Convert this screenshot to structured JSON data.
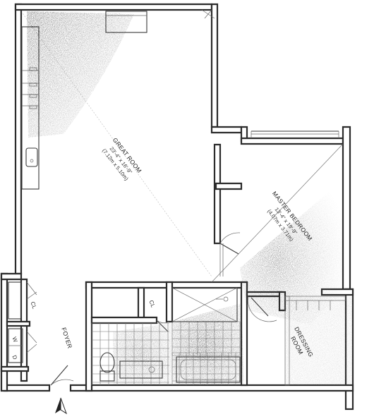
{
  "rooms": {
    "great_room": {
      "name": "GREAT ROOM",
      "dimensions_imperial": "23'-4\" x 16'-9\"",
      "dimensions_metric": "(7.12m x 5.10m)"
    },
    "master_bedroom": {
      "name": "MASTER BEDROOM",
      "dimensions_imperial": "13'-4\" x 19'-9\"",
      "dimensions_metric": "(4.07m x 3.71m)"
    },
    "dressing_room": {
      "line1": "DRESSING",
      "line2": "ROOM"
    },
    "foyer": {
      "name": "FOYER"
    }
  },
  "fixtures": {
    "closet_top": "CL",
    "closet_bath": "CL",
    "washer": "W",
    "dryer": "D"
  },
  "colors": {
    "wall": "#2b2b2b",
    "shade": "#3a3a3a",
    "paper": "#ffffff"
  },
  "icons": {
    "north": "north-arrow-icon"
  }
}
